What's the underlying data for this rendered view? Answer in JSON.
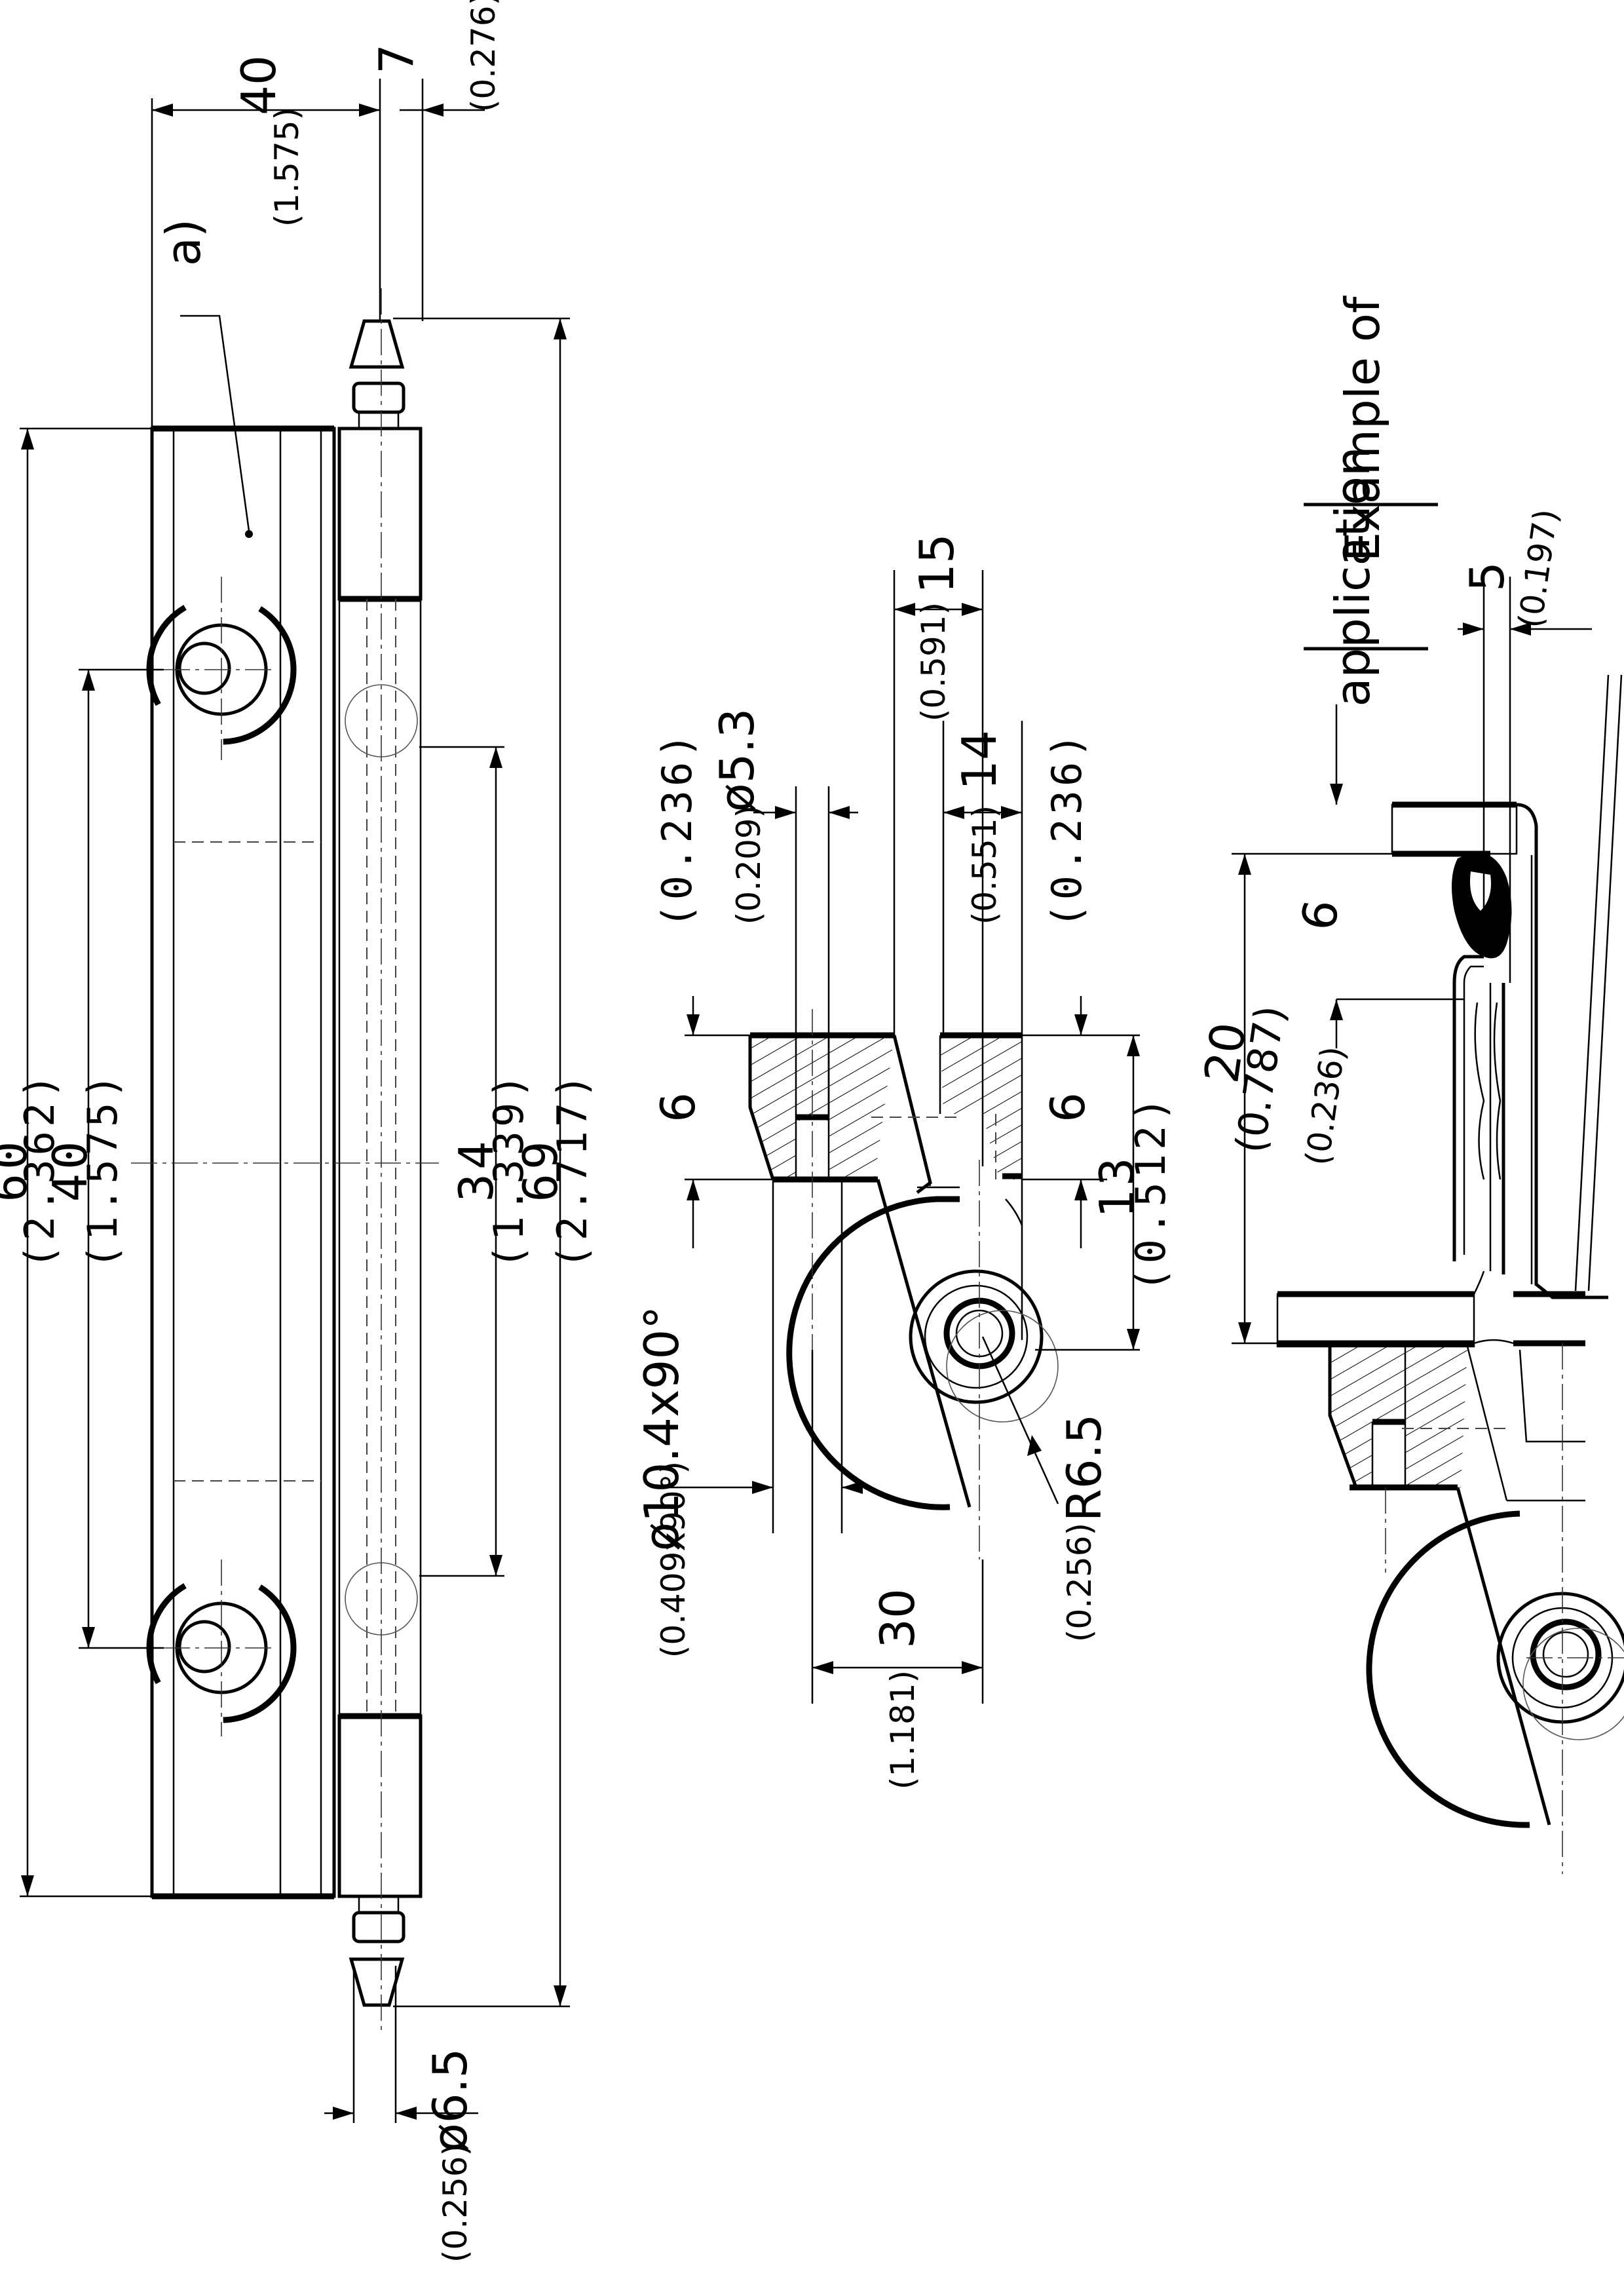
{
  "front_view": {
    "dim_top_width": "40",
    "dim_top_width_in": "(1.575)",
    "dim_top_pin": "7",
    "dim_top_pin_in": "(0.276)",
    "note_ref": "a)",
    "dim_height_60": "60",
    "dim_height_60_in": "(2.362)",
    "dim_holes_40": "40",
    "dim_holes_40_in": "(1.575)",
    "dim_knuckle_34": "34",
    "dim_knuckle_34_in": "(1.339)",
    "dim_total_69": "69",
    "dim_total_69_in": "(2.717)",
    "dim_pin_dia": "ø6.5",
    "dim_pin_dia_in": "(0.256)"
  },
  "side_view": {
    "dim_15": "15",
    "dim_15_in": "(0.591)",
    "dim_hole": "ø5.3",
    "dim_hole_in": "(0.209)",
    "dim_14": "14",
    "dim_14_in": "(0.551)",
    "dim_left_6_in": "(0.236)",
    "dim_left_6": "6",
    "dim_right_6_in": "(0.236)",
    "dim_right_6": "6",
    "dim_13": "13",
    "dim_13_in": "(0.512)",
    "dim_csk": "ø10.4x90°",
    "dim_csk_in": "(0.409x90°)",
    "dim_radius": "R6.5",
    "dim_radius_in": "(0.256)",
    "dim_30": "30",
    "dim_30_in": "(1.181)"
  },
  "application_view": {
    "title_line1": "Example of",
    "title_line2": "application",
    "dim_5": "5",
    "dim_5_in": "(0.197)",
    "dim_6": "6",
    "dim_6_in": "(0.236)",
    "dim_20": "20",
    "dim_20_in": "(0.787)"
  }
}
